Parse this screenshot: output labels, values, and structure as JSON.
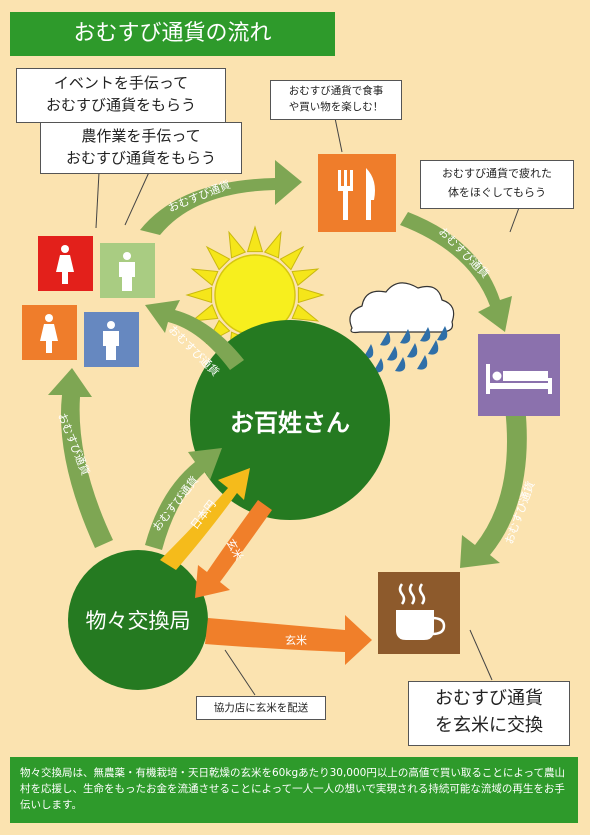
{
  "title": "おむすび通貨の流れ",
  "bubbles": {
    "event": "イベントを手伝って\nおむすび通貨をもらう",
    "farm": "農作業を手伝って\nおむすび通貨をもらう",
    "food": "おむすび通貨で食事\nや買い物を楽しむ！",
    "rest": "おむすび通貨で疲れた\n体をほぐしてもらう",
    "exchange": "おむすび通貨\nを玄米に交換",
    "deliver": "協力店に玄米を配送"
  },
  "nodes": {
    "farmer": "お百姓さん",
    "exchange_office": "物々交換局"
  },
  "arrows": {
    "currency": "おむすび通貨",
    "yen": "日本円",
    "rice": "玄米"
  },
  "footer": "物々交換局は、無農薬・有機栽培・天日乾燥の玄米を60kgあたり30,000円以上の高値で買い取ることによって農山村を応援し、生命をもったお金を流通させることによって一人一人の想いで実現される持続可能な流域の再生をお手伝いします。",
  "colors": {
    "background": "#fbe3b0",
    "green": "#2e9a2b",
    "arrow_green": "#7ea653",
    "arrow_orange": "#f07f2a",
    "arrow_yellow": "#f5bb1b",
    "restaurant": "#ef7d2b",
    "hotel": "#8b71ad",
    "cafe": "#8d5a2c",
    "person_red": "#e3201b",
    "person_lightgreen": "#a9cc82",
    "person_orange": "#ef7d2b",
    "person_blue": "#6688c0"
  },
  "icons": [
    "person-icon",
    "fork-knife-icon",
    "bed-icon",
    "coffee-cup-icon",
    "sun-icon",
    "rain-cloud-icon"
  ]
}
